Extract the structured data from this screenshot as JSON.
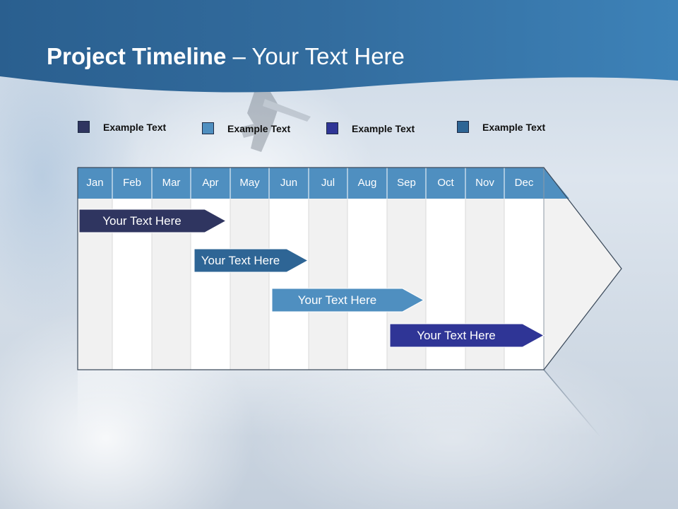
{
  "slide": {
    "title_bold": "Project Timeline",
    "title_rest": " – Your Text Here"
  },
  "legend": [
    {
      "label": "Example Text",
      "color": "#2f3560"
    },
    {
      "label": "Example Text",
      "color": "#4f8fc0"
    },
    {
      "label": "Example Text",
      "color": "#2f3596"
    },
    {
      "label": "Example Text",
      "color": "#2e6595"
    }
  ],
  "months": [
    "Jan",
    "Feb",
    "Mar",
    "Apr",
    "May",
    "Jun",
    "Jul",
    "Aug",
    "Sep",
    "Oct",
    "Nov",
    "Dec"
  ],
  "tasks": [
    {
      "label": "Your  Text Here",
      "color": "#2f3560"
    },
    {
      "label": "Your  Text Here",
      "color": "#2e6595"
    },
    {
      "label": "Your  Text Here",
      "color": "#4f8fc0"
    },
    {
      "label": "Your  Text Here",
      "color": "#2f3596"
    }
  ],
  "colors": {
    "header_blue": "#2f6c9f",
    "month_header": "#4f8fc0",
    "column_light": "#f1f1f1",
    "column_white": "#ffffff"
  }
}
